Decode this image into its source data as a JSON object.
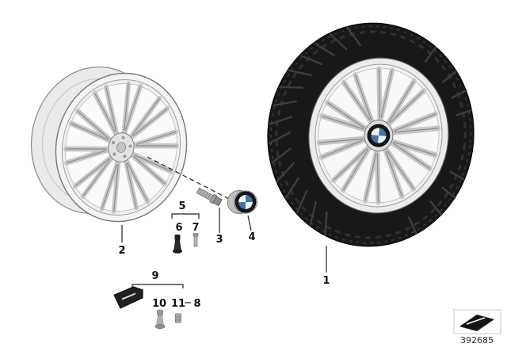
{
  "diagram": {
    "document_number": "392685"
  },
  "callouts": {
    "item1": "1",
    "item2": "2",
    "item3": "3",
    "item4": "4",
    "item5": "5",
    "item6": "6",
    "item7": "7",
    "item8": "8",
    "item9": "9",
    "item10": "10",
    "item11": "11"
  },
  "icons": {
    "bmw_roundel": "bmw-roundel-icon",
    "sheet_nav": "sheet-nav-icon"
  },
  "colors": {
    "background": "#ffffff",
    "tire_black": "#181818",
    "rim_silver": "#ececec",
    "bmw_blue": "#3a76b5",
    "line_dark": "#222222"
  }
}
